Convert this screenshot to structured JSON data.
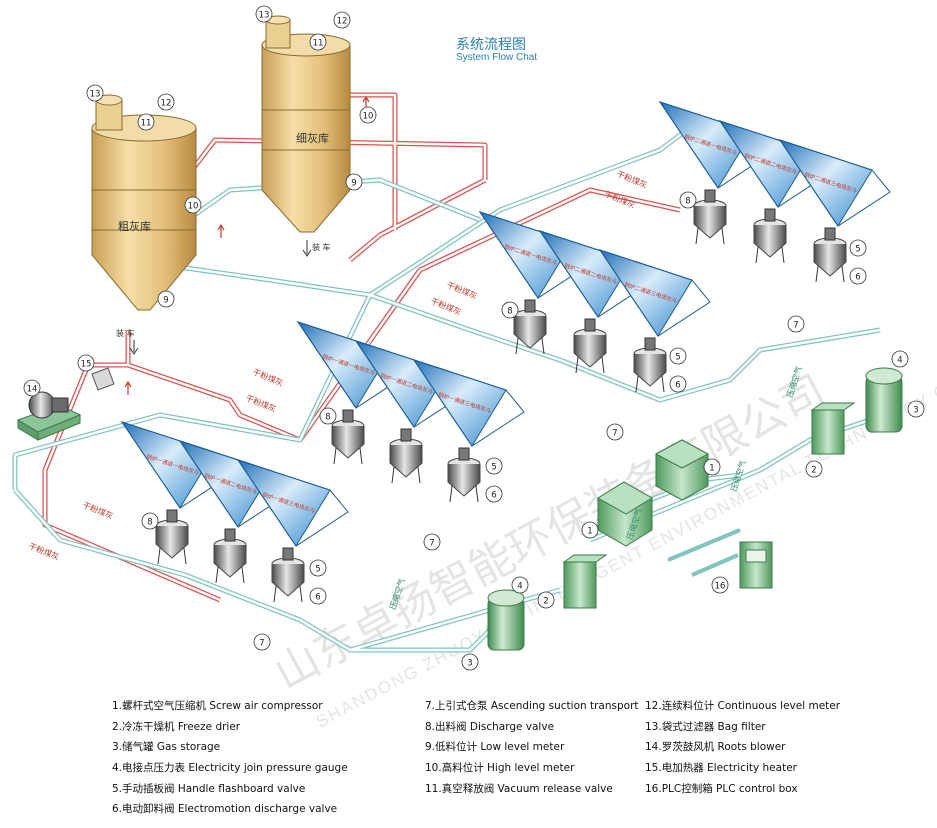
{
  "title": {
    "cn": "系统流程图",
    "en": "System Flow Chat"
  },
  "silos": {
    "coarse": {
      "label": "粗灰库",
      "unload": "装 车"
    },
    "fine": {
      "label": "细灰库",
      "unload": "装 车"
    }
  },
  "pipe_labels": {
    "dry_ash": "干粉煤灰",
    "compressed_air": "压缩空气"
  },
  "hopper_labels": {
    "first_field": "锅炉一通道一电场灰斗",
    "second_field": "锅炉一通道二电场灰斗",
    "third_field": "锅炉一通道三电场灰斗",
    "ch2_first_field": "锅炉二通道一电场灰斗",
    "ch2_second_field": "锅炉二通道二电场灰斗",
    "ch2_third_field": "锅炉二通道三电场灰斗"
  },
  "numbers": [
    "1",
    "2",
    "3",
    "4",
    "5",
    "6",
    "7",
    "8",
    "9",
    "10",
    "11",
    "12",
    "13",
    "14",
    "15",
    "16"
  ],
  "watermark": {
    "cn": "山东卓扬智能环保装备有限公司",
    "en": "SHANDONG ZHUOYANG INTELLIGENT ENVIRONMENTAL TECHNOLOGY CO.,LTD"
  },
  "legend": {
    "col1": [
      "1.螺杆式空气压缩机 Screw air compressor",
      "2.冷冻干燥机 Freeze drier",
      "3.储气罐 Gas storage",
      "4.电接点压力表 Electricity join pressure gauge",
      "5.手动插板阀 Handle flashboard valve",
      "6.电动卸料阀 Electromotion discharge valve"
    ],
    "col2": [
      "7.上引式仓泵 Ascending suction transport",
      "8.出料阀 Discharge valve",
      "9.低料位计 Low level meter",
      "10.高料位计 High level meter",
      "11.真空释放阀 Vacuum release valve"
    ],
    "col3": [
      "12.连续料位计 Continuous level meter",
      "13.袋式过滤器 Bag filter",
      "14.罗茨鼓风机 Roots blower",
      "15.电加热器 Electricity heater",
      "16.PLC控制箱 PLC control box"
    ]
  },
  "colors": {
    "silo": "#e8c98a",
    "hopper_blue": "#3f8fd0",
    "pipe_red": "#d9534f",
    "pipe_teal": "#7fc4c0",
    "title_blue": "#2a7fc0",
    "equipment_green": "#5aa56a"
  }
}
